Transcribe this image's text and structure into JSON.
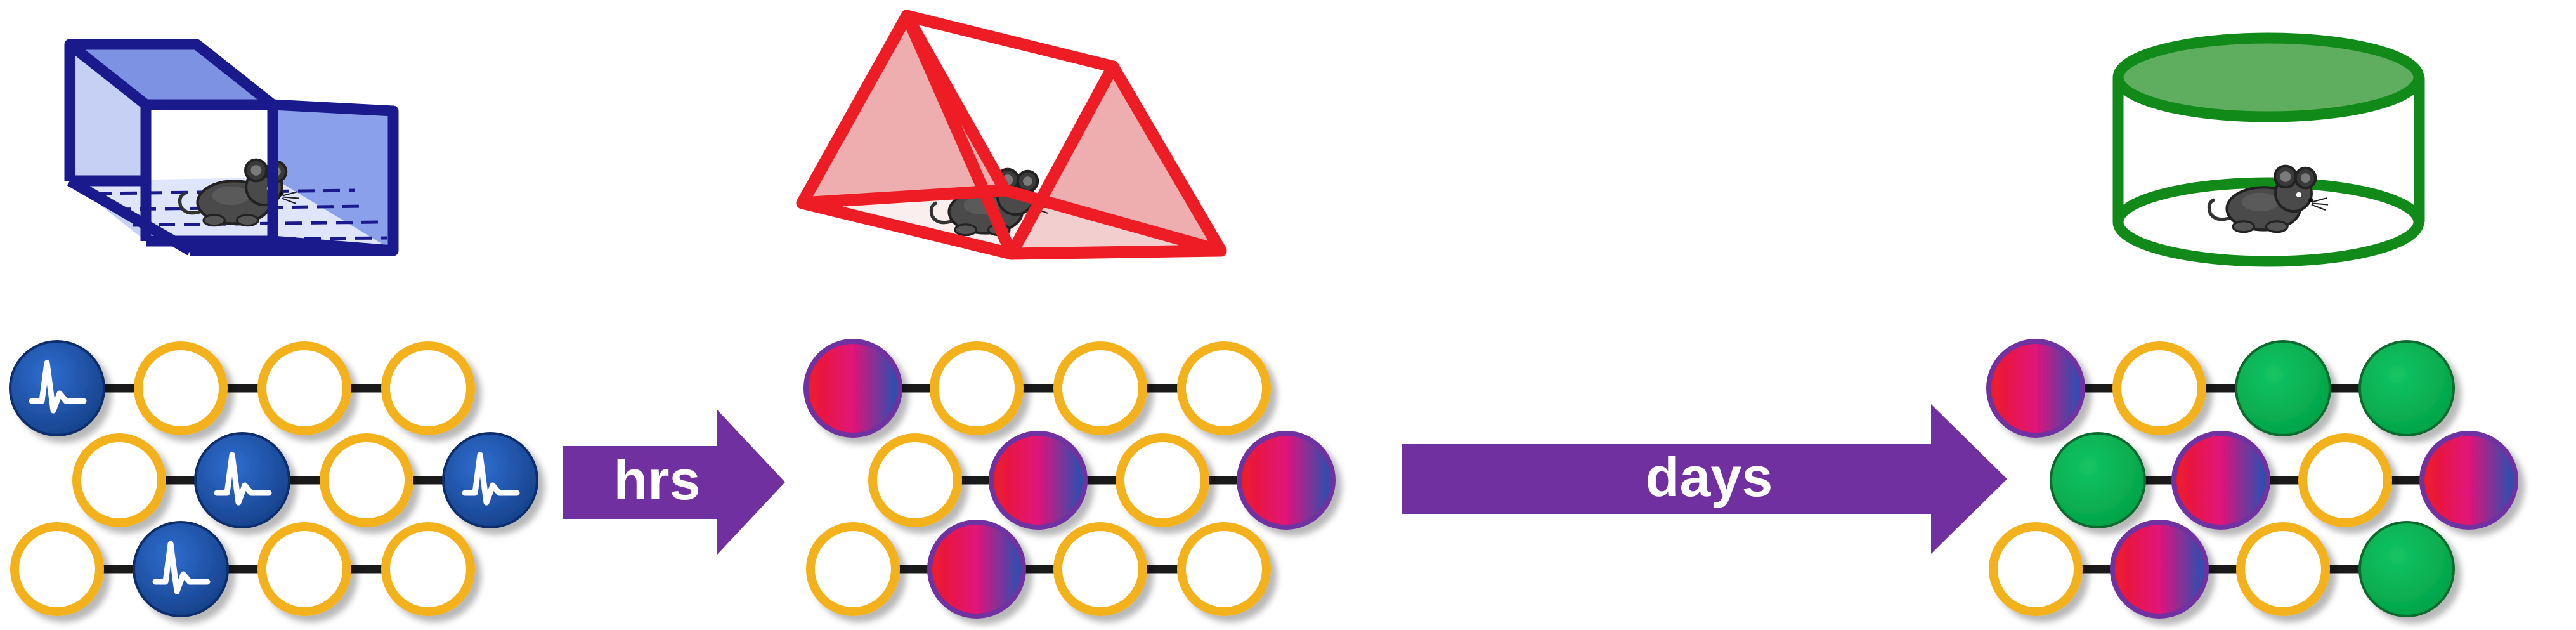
{
  "colors": {
    "background": "#ffffff",
    "blue_cage": "#1a1a8c",
    "blue_cage_fill": "#6f86e0",
    "red_cage": "#ee1c24",
    "red_cage_fill": "#eca5a6",
    "green_cage": "#128a1a",
    "green_cage_fill": "#5fae5f",
    "arrow": "#7030a0",
    "empty_cell_ring": "#f3b21a",
    "spike_cell": "#1c4fa0",
    "green_cell": "#00b050",
    "connector": "#1a1a1a"
  },
  "arrows": {
    "short_label": "hrs",
    "long_label": "days"
  },
  "environments": [
    {
      "name": "box-cage",
      "icon": "box-cage-icon"
    },
    {
      "name": "triangle-cage",
      "icon": "triangle-cage-icon"
    },
    {
      "name": "round-arena",
      "icon": "round-arena-icon"
    }
  ],
  "networks": [
    {
      "name": "network-encoding",
      "cells": [
        "spike",
        "empty",
        "empty",
        "empty",
        "empty",
        "spike",
        "empty",
        "spike",
        "empty",
        "spike",
        "empty",
        "empty"
      ]
    },
    {
      "name": "network-hours",
      "cells": [
        "mixed",
        "empty",
        "empty",
        "empty",
        "empty",
        "mixed",
        "empty",
        "mixed",
        "empty",
        "mixed",
        "empty",
        "empty"
      ]
    },
    {
      "name": "network-days",
      "cells": [
        "mixed",
        "empty",
        "green",
        "green",
        "green",
        "mixed",
        "empty",
        "mixed",
        "empty",
        "mixed",
        "empty",
        "green"
      ]
    }
  ]
}
